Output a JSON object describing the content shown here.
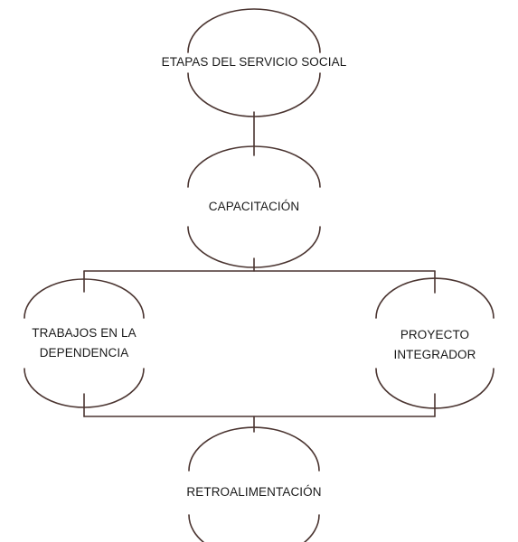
{
  "diagram": {
    "stroke_color": "#4a3430",
    "text_color": "#1a1a1a",
    "background": "#ffffff",
    "nodes": {
      "root": {
        "lines": [
          "ETAPAS DEL SERVICIO SOCIAL"
        ]
      },
      "capacitacion": {
        "lines": [
          "CAPACITACIÓN"
        ]
      },
      "trabajos": {
        "lines": [
          "TRABAJOS EN LA",
          "DEPENDENCIA"
        ]
      },
      "proyecto": {
        "lines": [
          "PROYECTO",
          "INTEGRADOR"
        ]
      },
      "retro": {
        "lines": [
          "RETROALIMENTACIÓN"
        ]
      }
    }
  }
}
